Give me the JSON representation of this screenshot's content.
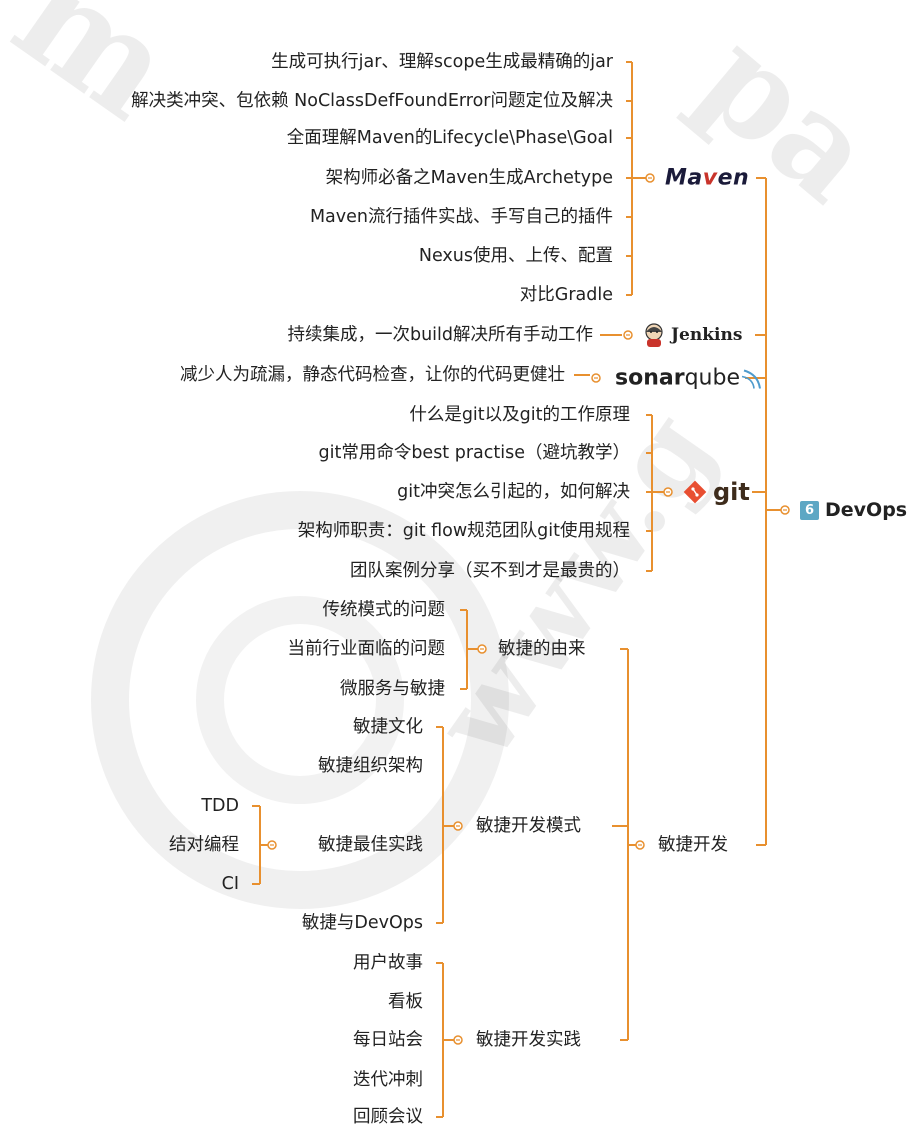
{
  "root": {
    "badge": "6",
    "label": "DevOps"
  },
  "maven": {
    "logo_main": "Ma",
    "logo_v": "v",
    "logo_rest": "en",
    "items": [
      "生成可执行jar、理解scope生成最精确的jar",
      "解决类冲突、包依赖  NoClassDefFoundError问题定位及解决",
      "全面理解Maven的Lifecycle\\Phase\\Goal",
      "架构师必备之Maven生成Archetype",
      "Maven流行插件实战、手写自己的插件",
      "Nexus使用、上传、配置",
      "对比Gradle"
    ]
  },
  "jenkins": {
    "logo": "Jenkins",
    "items": [
      "持续集成，一次build解决所有手动工作"
    ]
  },
  "sonarqube": {
    "logo_bold": "sonar",
    "logo_light": "qube",
    "items": [
      "减少人为疏漏，静态代码检查，让你的代码更健壮"
    ]
  },
  "git": {
    "logo": "git",
    "items": [
      "什么是git以及git的工作原理",
      "git常用命令best practise（避坑教学）",
      "git冲突怎么引起的，如何解决",
      "架构师职责：git flow规范团队git使用规程",
      "团队案例分享（买不到才是最贵的）"
    ]
  },
  "agile": {
    "label": "敏捷开发",
    "origin": {
      "label": "敏捷的由来",
      "items": [
        "传统模式的问题",
        "当前行业面临的问题",
        "微服务与敏捷"
      ]
    },
    "mode": {
      "label": "敏捷开发模式",
      "items": [
        "敏捷文化",
        "敏捷组织架构",
        "敏捷最佳实践",
        "敏捷与DevOps"
      ],
      "best_practice_items": [
        "TDD",
        "结对编程",
        "CI"
      ]
    },
    "practice": {
      "label": "敏捷开发实践",
      "items": [
        "用户故事",
        "看板",
        "每日站会",
        "迭代冲刺",
        "回顾会议"
      ]
    }
  },
  "colors": {
    "connector": "#e8902f",
    "badge": "#5da7c4",
    "text": "#222222"
  }
}
